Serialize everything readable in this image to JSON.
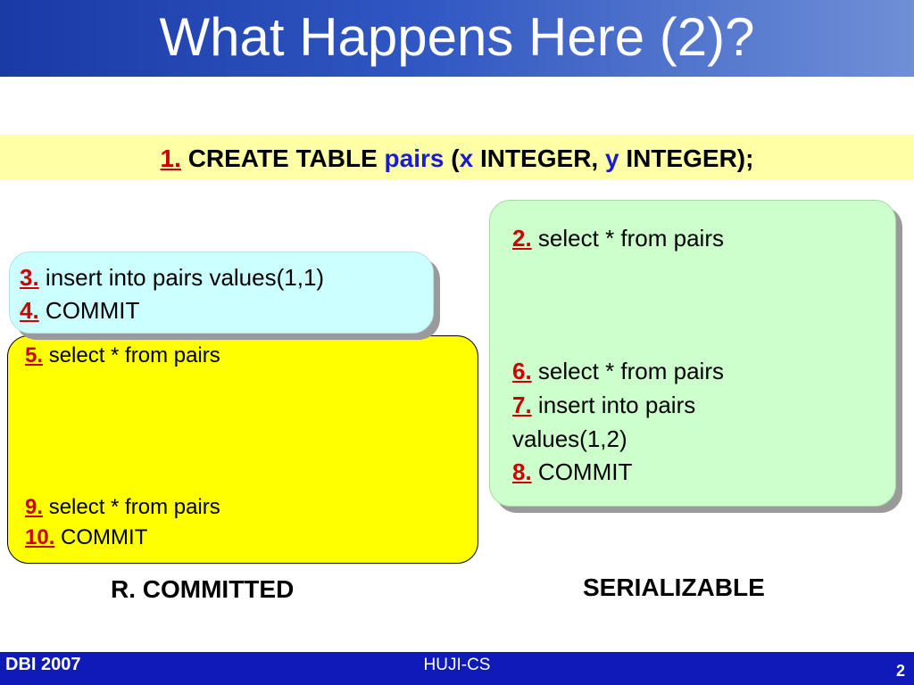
{
  "slide": {
    "title": "What Happens Here (2)?",
    "create": {
      "num": "1.",
      "pre": "CREATE TABLE",
      "table": "pairs",
      "open": "(",
      "x": "x",
      "mid": "INTEGER,",
      "y": "y",
      "post": "INTEGER);"
    },
    "left_top": [
      {
        "num": "3.",
        "text": "insert into pairs values(1,1)"
      },
      {
        "num": "4.",
        "text": "COMMIT"
      }
    ],
    "left_bottom": [
      {
        "num": "5.",
        "text": "select * from pairs"
      },
      {
        "num": "9.",
        "text": "select * from pairs"
      },
      {
        "num": "10.",
        "text": "COMMIT"
      }
    ],
    "right": [
      {
        "num": "2.",
        "text": "select * from pairs"
      },
      {
        "num": "6.",
        "text": "select * from pairs"
      },
      {
        "num": "7.",
        "text": "insert into pairs"
      },
      {
        "num": "",
        "text": "values(1,2)"
      },
      {
        "num": "8.",
        "text": "COMMIT"
      }
    ],
    "label_left": "R. COMMITTED",
    "label_right": "SERIALIZABLE"
  },
  "footer": {
    "left": "DBI 2007",
    "center": "HUJI-CS",
    "page": "2"
  },
  "colors": {
    "header_blue": "#1a3aa6",
    "footer_blue": "#0f1ab8",
    "number_red": "#cc0000",
    "keyword_blue": "#1a1ad6",
    "strip_yellow": "#ffffa6",
    "box_cyan": "#ccffff",
    "box_green": "#ccffcc",
    "box_yellow": "#ffff00"
  }
}
